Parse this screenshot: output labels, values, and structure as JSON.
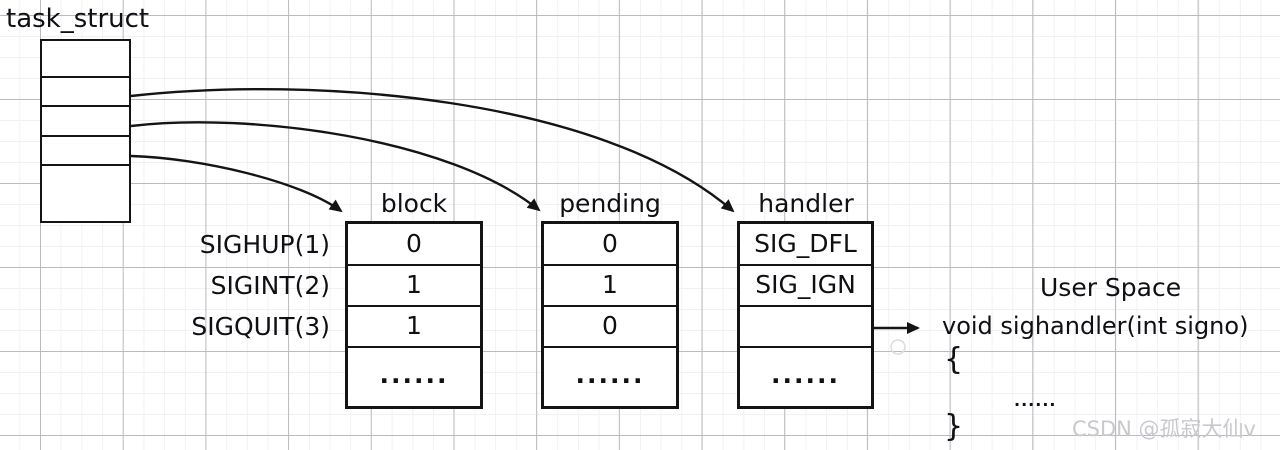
{
  "diagram_title": "task_struct",
  "signal_rows": [
    "SIGHUP(1)",
    "SIGINT(2)",
    "SIGQUIT(3)"
  ],
  "tables": {
    "block": {
      "header": "block",
      "values": [
        "0",
        "1",
        "1",
        "......"
      ]
    },
    "pending": {
      "header": "pending",
      "values": [
        "0",
        "1",
        "0",
        "......"
      ]
    },
    "handler": {
      "header": "handler",
      "values": [
        "SIG_DFL",
        "SIG_IGN",
        "",
        "......"
      ]
    }
  },
  "user_space": {
    "heading": "User Space",
    "function_signature": "void sighandler(int signo)",
    "open_brace": "{",
    "body_dots": "......",
    "close_brace": "}"
  },
  "watermark": "CSDN @孤寂大仙v",
  "colors": {
    "line": "#141414",
    "text": "#101014",
    "grid_major": "#bcbac0",
    "grid_minor": "#f2f0f3",
    "watermark": "#c9c8cd"
  }
}
